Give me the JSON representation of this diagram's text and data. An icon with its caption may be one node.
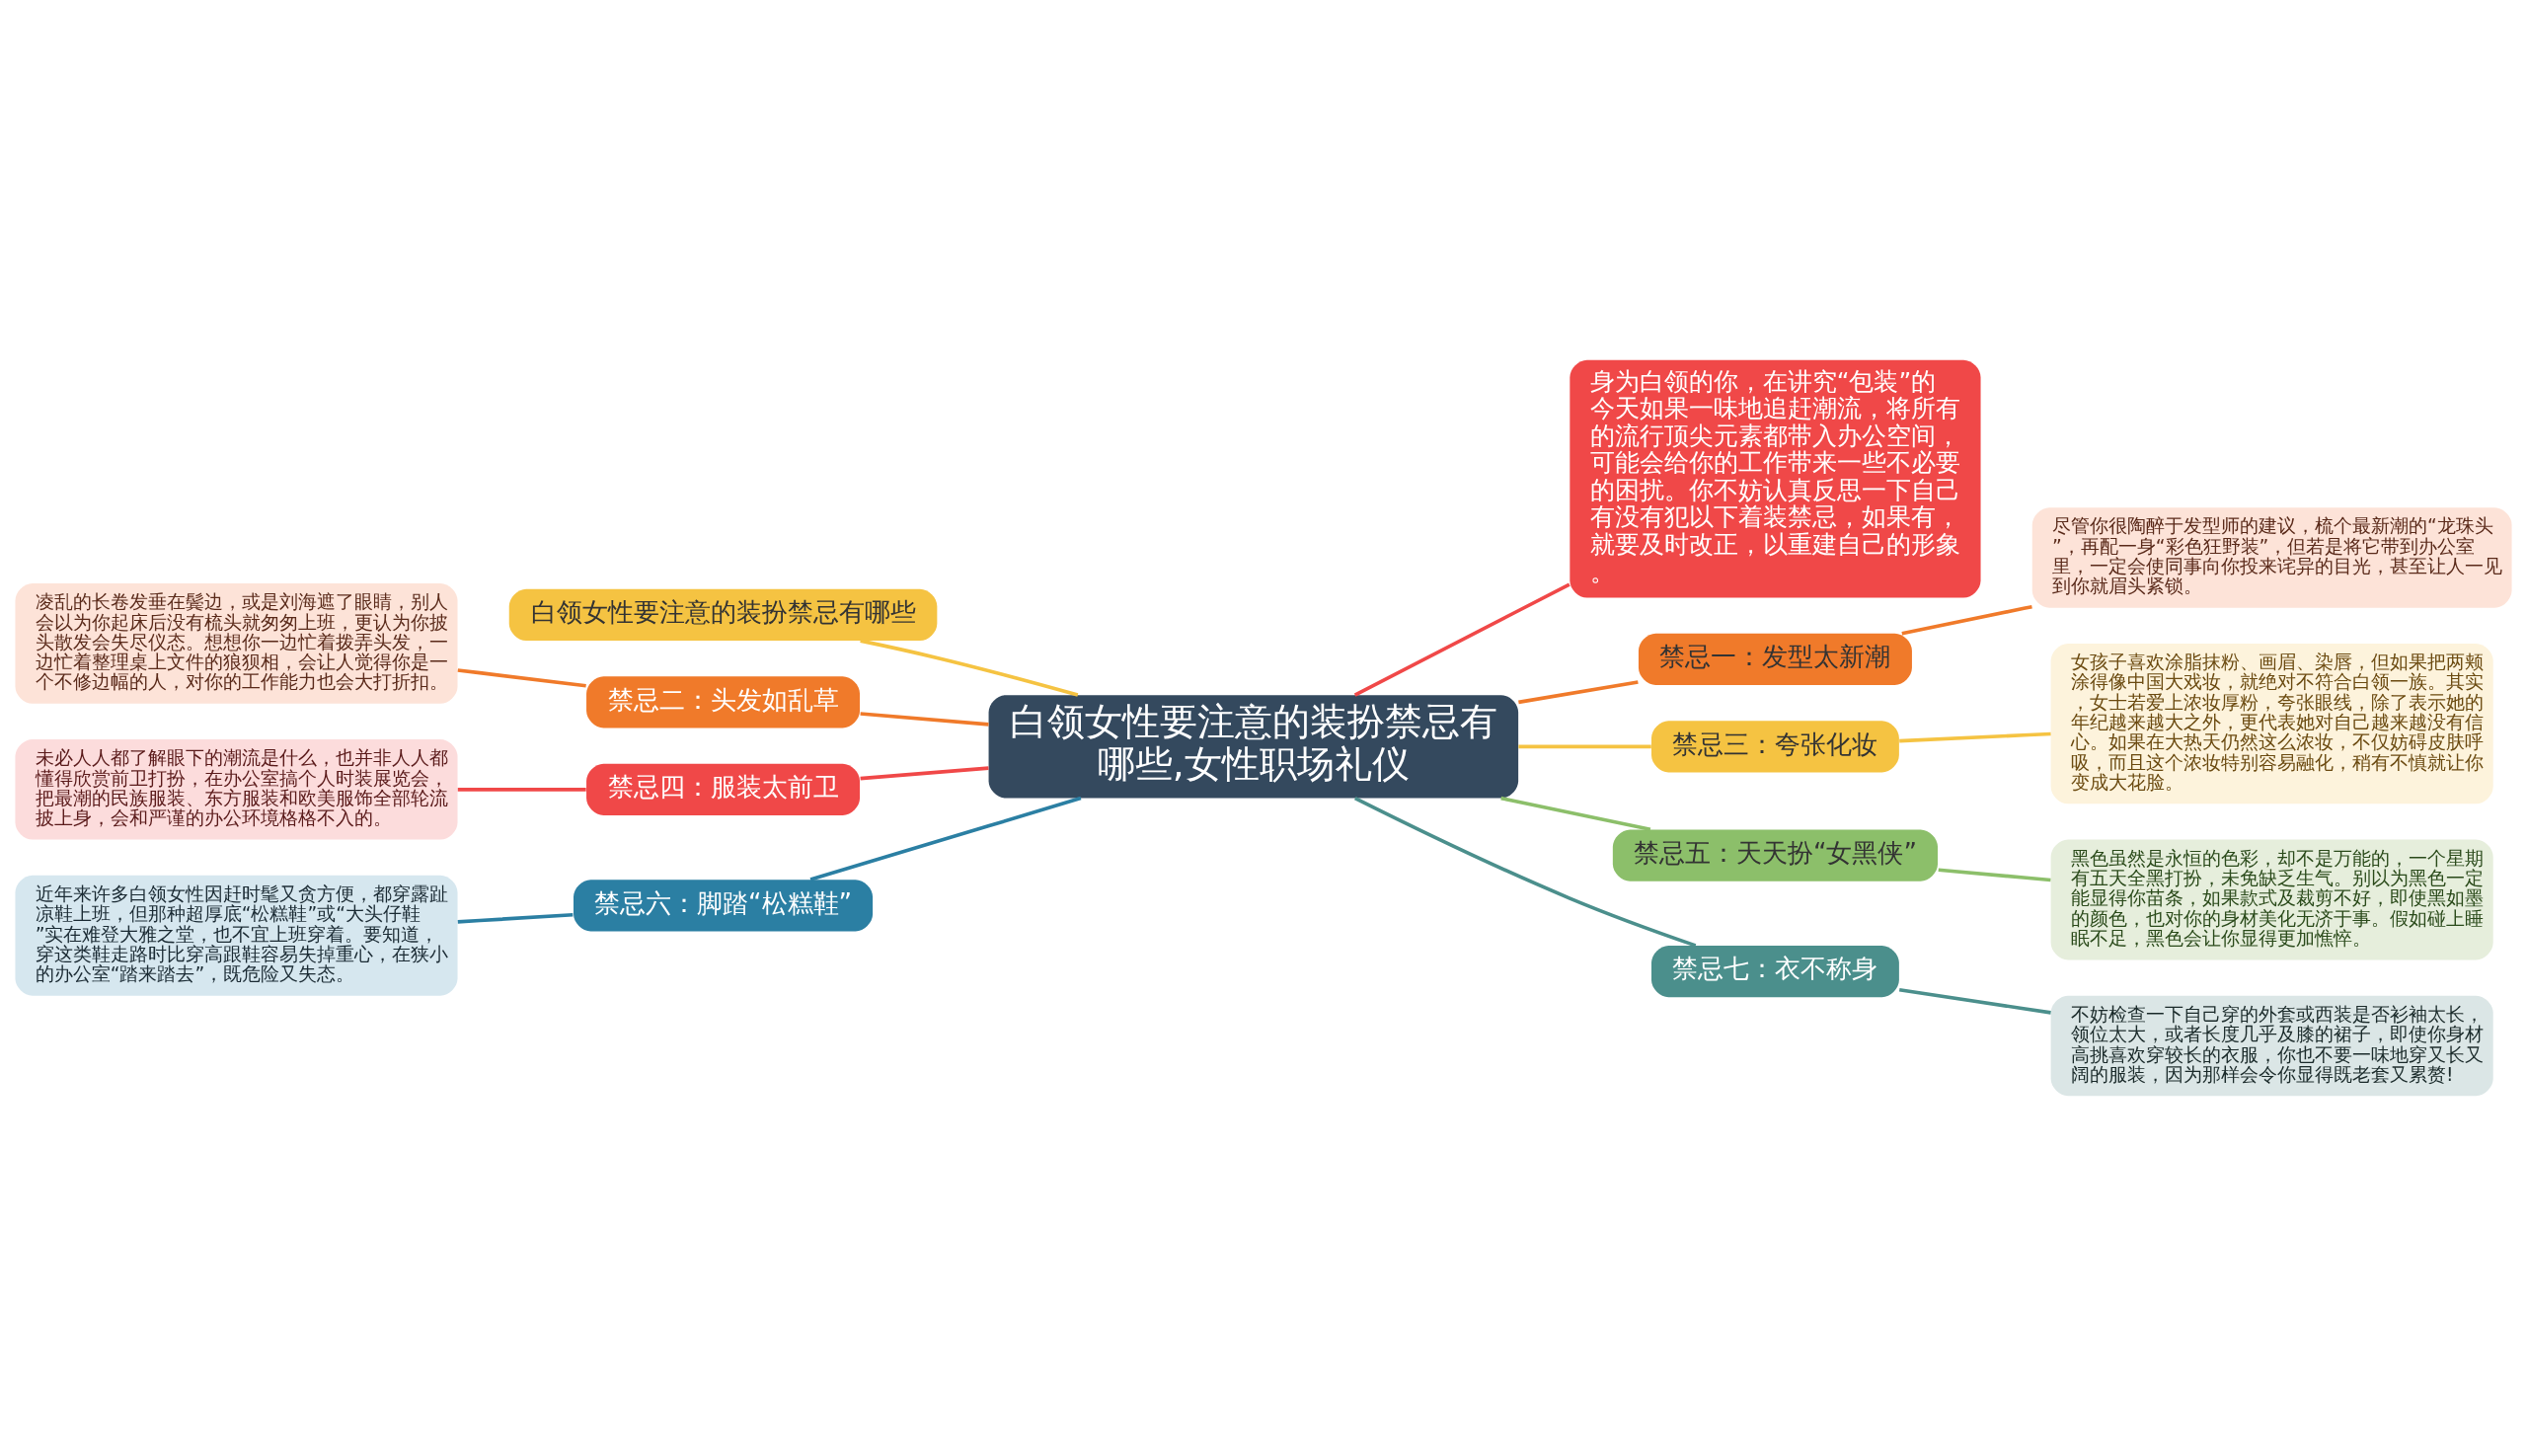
{
  "diagram": {
    "nodes": [
      {
        "text": [
          "白领女性要注意的装扮禁忌有哪些,女性职场礼仪"
        ]
      },
      {
        "text": [
          "白领女性要注意的装扮禁忌有哪些"
        ]
      },
      {
        "text": [
          "禁忌二：头发如乱草"
        ]
      },
      {
        "text": [
          "凌乱的长卷发垂在鬓边，或是刘海遮了眼睛，别人会以为你起床后没有梳头就匆匆上班，更认为你披头散发会失尽仪态。想想你一边忙着拨弄头发，一边忙着整理桌上文件的狼狈相，会让人觉得你是一个不修边幅的人，对你的工作能力也会大打折扣。"
        ]
      },
      {
        "text": [
          "禁忌四：服装太前卫"
        ]
      },
      {
        "text": [
          "未必人人都了解眼下的潮流是什么，也并非人人都懂得欣赏前卫打扮，在办公室搞个人时装展览会，把最潮的民族服装、东方服装和欧美服饰全部轮流披上身，会和严谨的办公环境格格不入的。"
        ]
      },
      {
        "text": [
          "禁忌六：脚踏“松糕鞋”"
        ]
      },
      {
        "text": [
          "近年来许多白领女性因赶时髦又贪方便，都穿露趾凉鞋上班，但那种超厚底“松糕鞋”或“大头仔鞋”实在难登大雅之堂，也不宜上班穿着。要知道，穿这类鞋走路时比穿高跟鞋容易失掉重心，在狭小的办公室“踏来踏去”，既危险又失态。"
        ]
      },
      {
        "text": [
          "身为白领的你，在讲究“包装”的今天如果一味地追赶潮流，将所有的流行顶尖元素都带入办公空间，可能会给你的工作带来一些不必要的困扰。你不妨认真反思一下自己有没有犯以下着装禁忌，如果有，就要及时改正，以重建自己的形象。"
        ]
      },
      {
        "text": [
          "禁忌一：发型太新潮"
        ]
      },
      {
        "text": [
          "尽管你很陶醉于发型师的建议，梳个最新潮的“龙珠头”，再配一身“彩色狂野装”，但若是将它带到办公室里，一定会使同事向你投来诧异的目光，甚至让人一见到你就眉头紧锁。"
        ]
      },
      {
        "text": [
          "禁忌三：夸张化妆"
        ]
      },
      {
        "text": [
          "女孩子喜欢涂脂抹粉、画眉、染唇，但如果把两颊涂得像中国大戏妆，就绝对不符合白领一族。其实，女士若爱上浓妆厚粉，夸张眼线，除了表示她的年纪越来越大之外，更代表她对自己越来越没有信心。如果在大热天仍然这么浓妆，不仅妨碍皮肤呼吸，而且这个浓妆特别容易融化，稍有不慎就让你变成大花脸。"
        ]
      },
      {
        "text": [
          "禁忌五：天天扮“女黑侠”"
        ]
      },
      {
        "text": [
          "黑色虽然是永恒的色彩，却不是万能的，一个星期有五天全黑打扮，未免缺乏生气。别以为黑色一定能显得你苗条，如果款式及裁剪不好，即使黑如墨的颜色，也对你的身材美化无济于事。假如碰上睡眠不足，黑色会让你显得更加憔悴。"
        ]
      },
      {
        "text": [
          "禁忌七：衣不称身"
        ]
      },
      {
        "text": [
          "不妨检查一下自己穿的外套或西装是否衫袖太长，领位太大，或者长度几乎及膝的裙子，即使你身材高挑喜欢穿较长的衣服，你也不要一味地穿又长又阔的服装，因为那样会令你显得既老套又累赘!"
        ]
      }
    ],
    "edges": [
      {
        "from": 0,
        "to": 1,
        "arrow": "none",
        "color": "#f5c342"
      },
      {
        "from": 0,
        "to": 2,
        "arrow": "none",
        "color": "#f07a2a"
      },
      {
        "from": 2,
        "to": 3,
        "arrow": "none",
        "color": "#f07a2a"
      },
      {
        "from": 0,
        "to": 4,
        "arrow": "none",
        "color": "#f04848"
      },
      {
        "from": 4,
        "to": 5,
        "arrow": "none",
        "color": "#f04848"
      },
      {
        "from": 0,
        "to": 6,
        "arrow": "none",
        "color": "#2b7fa3"
      },
      {
        "from": 6,
        "to": 7,
        "arrow": "none",
        "color": "#2b7fa3"
      },
      {
        "from": 0,
        "to": 8,
        "arrow": "none",
        "color": "#f04848"
      },
      {
        "from": 0,
        "to": 9,
        "arrow": "none",
        "color": "#f07a2a"
      },
      {
        "from": 9,
        "to": 10,
        "arrow": "none",
        "color": "#f07a2a"
      },
      {
        "from": 0,
        "to": 11,
        "arrow": "none",
        "color": "#f5c342"
      },
      {
        "from": 11,
        "to": 12,
        "arrow": "none",
        "color": "#f5c342"
      },
      {
        "from": 0,
        "to": 13,
        "arrow": "none",
        "color": "#8cbf6a"
      },
      {
        "from": 13,
        "to": 14,
        "arrow": "none",
        "color": "#8cbf6a"
      },
      {
        "from": 0,
        "to": 15,
        "arrow": "none",
        "color": "#4b8f8c"
      },
      {
        "from": 15,
        "to": 16,
        "arrow": "none",
        "color": "#4b8f8c"
      }
    ]
  }
}
